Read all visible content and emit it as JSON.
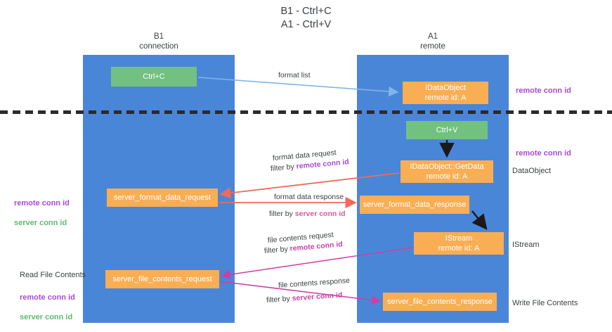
{
  "title": "B1 - Ctrl+C\nA1 - Ctrl+V",
  "lanes": [
    {
      "name": "b1",
      "title": "B1\nconnection"
    },
    {
      "name": "a1",
      "title": "A1\nremote"
    }
  ],
  "nodes": {
    "ctrl_c": {
      "label": "Ctrl+C",
      "color": "#72c180"
    },
    "idataobject": {
      "label": "IDataObject",
      "sub": "remote id: A",
      "color": "#f9ae54"
    },
    "ctrl_v": {
      "label": "Ctrl+V",
      "color": "#72c180"
    },
    "getdata": {
      "label": "IDataObject::GetData",
      "sub": "remote id: A",
      "color": "#f9ae54"
    },
    "server_format_data_request": {
      "label": "server_format_data_request",
      "color": "#f9ae54"
    },
    "server_format_data_response": {
      "label": "server_format_data_response",
      "color": "#f9ae54"
    },
    "istream": {
      "label": "IStream",
      "sub": "remote id: A",
      "color": "#f9ae54"
    },
    "server_file_contents_request": {
      "label": "server_file_contents_request",
      "color": "#f9ae54"
    },
    "server_file_contents_response": {
      "label": "server_file_contents_response",
      "color": "#f9ae54"
    }
  },
  "side_labels": {
    "remote_conn_id_top": "remote conn id",
    "remote_conn_id_mid": "remote conn id",
    "dataobject": "DataObject",
    "istream": "IStream",
    "write_file_contents": "Write File Contents",
    "read_file_contents": "Read File Contents",
    "left_ids_line1": "remote conn id",
    "left_ids_line2": "server conn id"
  },
  "edge_labels": {
    "format_list": "format list",
    "format_data_request": "format data request",
    "filter_by": "filter by ",
    "remote_conn_id": "remote conn id",
    "server_conn_id": "server conn id",
    "format_data_response": "format data response",
    "file_contents_request": "file contents request",
    "file_contents_response": "file contents response"
  },
  "colors": {
    "lane": "#4a86d8",
    "green": "#72c180",
    "orange": "#f9ae54",
    "purple": "#a64bd6",
    "green_text": "#5fb96d",
    "pink": "#e0559e",
    "magenta": "#cc3fa8",
    "arrow_blue": "#7eb6e8",
    "arrow_red": "#ef6a5a",
    "arrow_black": "#1a1a1a",
    "divider": "#2b2b2b"
  }
}
